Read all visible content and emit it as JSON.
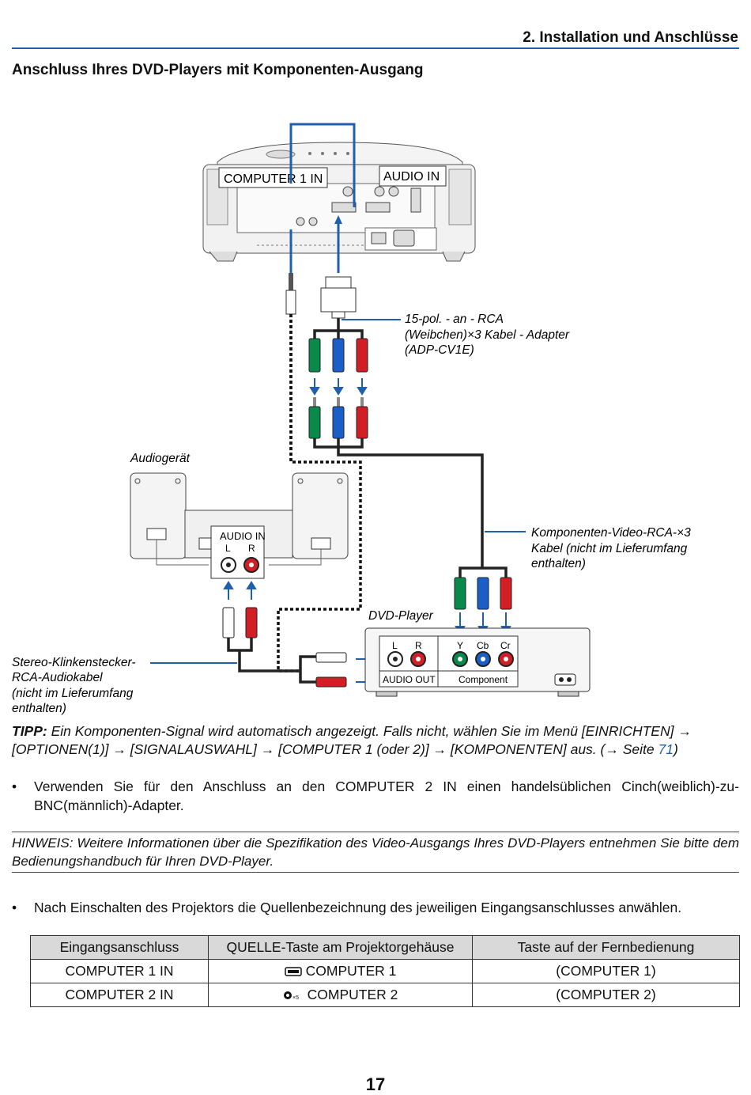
{
  "header": {
    "chapter": "2. Installation und Anschlüsse",
    "section_title": "Anschluss Ihres DVD-Players mit Komponenten-Ausgang"
  },
  "diagram": {
    "projector_port_computer": "COMPUTER 1 IN",
    "projector_port_audio": "AUDIO IN",
    "adapter_label_1": "15-pol. - an - RCA",
    "adapter_label_2": "(Weibchen)×3 Kabel - Adapter",
    "adapter_label_3": "(ADP-CV1E)",
    "audio_device_label": "Audiogerät",
    "audio_in_label": "AUDIO IN",
    "audio_in_l": "L",
    "audio_in_r": "R",
    "component_cable_1": "Komponenten-Video-RCA-×3",
    "component_cable_2": "Kabel (nicht im Lieferumfang",
    "component_cable_3": "enthalten)",
    "dvd_player_label": "DVD-Player",
    "dvd_l": "L",
    "dvd_r": "R",
    "dvd_y": "Y",
    "dvd_cb": "Cb",
    "dvd_cr": "Cr",
    "dvd_audio_out": "AUDIO OUT",
    "dvd_component": "Component",
    "stereo_cable_1": "Stereo-Klinkenstecker-",
    "stereo_cable_2": "RCA-Audiokabel",
    "stereo_cable_3": "(nicht im Lieferumfang",
    "stereo_cable_4": "enthalten)"
  },
  "tipp": {
    "label": "TIPP:",
    "text": " Ein Komponenten-Signal wird automatisch angezeigt. Falls nicht, wählen Sie im Menü [EINRICHTEN] → [OPTIONEN(1)] → [SIGNALAUSWAHL] → [COMPUTER 1 (oder 2)] → [KOMPONENTEN] aus. (→ Seite ",
    "page_link": "71",
    "close": ")"
  },
  "bullet1": "Verwenden Sie für den Anschluss an den COMPUTER 2 IN einen handelsüblichen Cinch(weiblich)-zu-BNC(männlich)-Adapter.",
  "hinweis": "HINWEIS: Weitere Informationen über die Spezifikation des Video-Ausgangs Ihres DVD-Players entnehmen Sie bitte dem Bedienungshandbuch für Ihren DVD-Player.",
  "bullet2": "Nach Einschalten des Projektors die Quellenbezeichnung des jeweiligen Eingangsanschlusses anwählen.",
  "table": {
    "headers": [
      "Eingangsanschluss",
      "QUELLE-Taste am Projektorgehäuse",
      "Taste auf der Fernbedienung"
    ],
    "rows": [
      [
        "COMPUTER 1 IN",
        "COMPUTER 1",
        "(COMPUTER 1)"
      ],
      [
        "COMPUTER 2 IN",
        "COMPUTER 2",
        "(COMPUTER 2)"
      ]
    ]
  },
  "page_number": "17",
  "colors": {
    "accent_blue": "#1f5fae",
    "green": "#0a8a4a",
    "blue": "#1a5fc8",
    "red": "#d21f26"
  }
}
